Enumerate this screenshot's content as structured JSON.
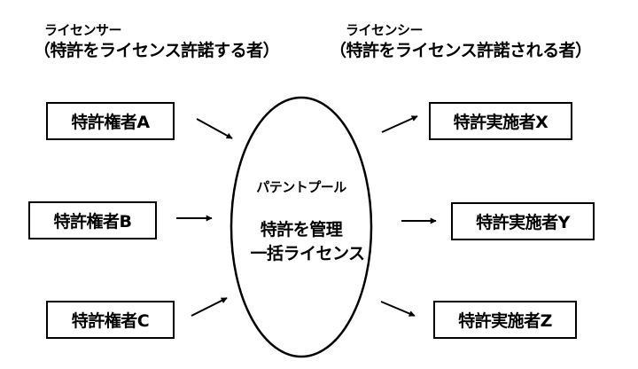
{
  "licensor_header": {
    "title": "ライセンサー",
    "subtitle": "（特許をライセンス許諾する者）"
  },
  "licensee_header": {
    "title": "ライセンシー",
    "subtitle": "（特許をライセンス許諾される者）"
  },
  "patent_holders": [
    "特許権者A",
    "特許権者B",
    "特許権者C"
  ],
  "implementers": [
    "特許実施者X",
    "特許実施者Y",
    "特許実施者Z"
  ],
  "patent_pool": {
    "title": "パテントプール",
    "line1": "特許を管理",
    "line2": "一括ライセンス"
  }
}
